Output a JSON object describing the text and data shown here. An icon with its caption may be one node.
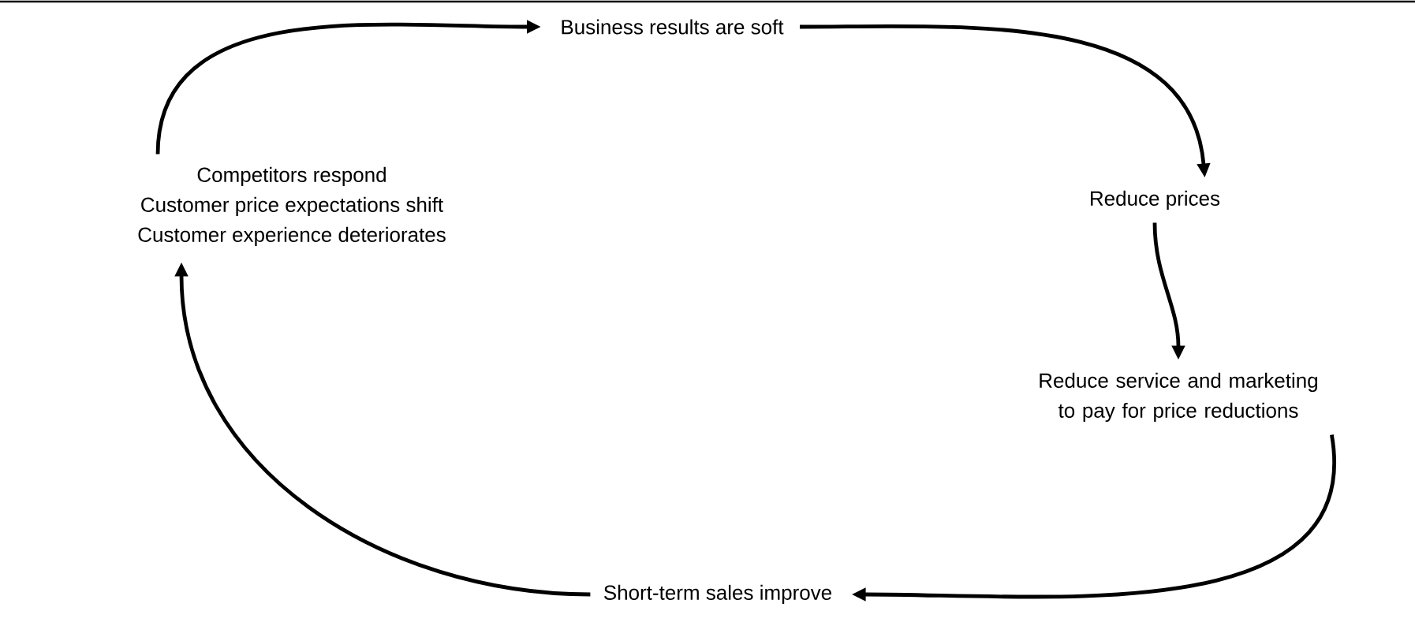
{
  "diagram": {
    "nodes": [
      {
        "text": [
          "Business results are soft"
        ]
      },
      {
        "text": [
          "Reduce prices"
        ]
      },
      {
        "text": [
          "Reduce service and marketing to pay for price reductions"
        ]
      },
      {
        "text": [
          "Short-term sales improve"
        ]
      },
      {
        "text": [
          "Competitors respond",
          "Customer price expectations shift",
          "Customer experience deteriorates"
        ]
      }
    ],
    "edges": [
      {
        "from": 0,
        "to": 1,
        "arrow": "to"
      },
      {
        "from": 1,
        "to": 2,
        "arrow": "to"
      },
      {
        "from": 2,
        "to": 3,
        "arrow": "to"
      },
      {
        "from": 3,
        "to": 4,
        "arrow": "to"
      },
      {
        "from": 4,
        "to": 0,
        "arrow": "to"
      }
    ]
  }
}
